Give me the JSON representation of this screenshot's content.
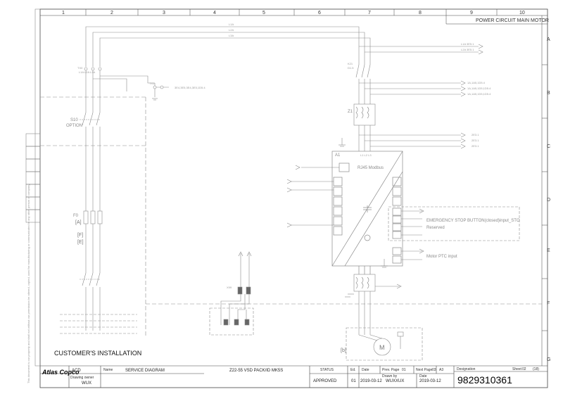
{
  "frame": {
    "columns": [
      "1",
      "2",
      "3",
      "4",
      "5",
      "6",
      "7",
      "8",
      "9",
      "10"
    ],
    "rows": [
      "A",
      "B",
      "C",
      "D",
      "E",
      "F",
      "G"
    ]
  },
  "header": {
    "title": "POWER CIRCUIT MAIN MOTOR"
  },
  "labels": {
    "supply_lines": [
      "L1A",
      "L2A",
      "L3A"
    ],
    "tx0": "TX0",
    "tx0_sub": "L1A L2A L3A",
    "tx1": "TX1",
    "tx1_ref": "3E4,3E5,3E4,3E5,1D5.4",
    "k21": "K21",
    "k21_sub": "D1.5",
    "out_a1": "L1A  3E5.1",
    "out_a2": "L2A  3E5.1",
    "out_b1": "1A,1A5,1D5.4",
    "out_b2": "1A,1A5,1D5,1D5.4",
    "out_b3": "1A,1A5,1D5,1D5.4",
    "z1": "Z1",
    "out_c1": "2E3.1",
    "out_c2": "2E3.1",
    "out_c3": "2E3.1",
    "s10": "S10",
    "option": "OPTION",
    "f0": "F0",
    "bracket_a": "[A]",
    "bracket_f": "[F]",
    "bracket_e": "[E]",
    "a1": "A1",
    "l123": "L1 L2 L3",
    "modbus": "RJ45 Modbus",
    "emergency": "EMERGENCY STOP BUTTON(closed)input_STO",
    "reserved": "Reserved",
    "ptc": "Motor PTC input",
    "x99": "X99",
    "cust": "CUSTOMER'S INSTALLATION",
    "b_label": "[b]",
    "motor": "M"
  },
  "title_block": {
    "brand": "Atlas Copco",
    "division": "ACD",
    "drawing_owner_label": "Drawing owner",
    "drawing_owner": "WUX",
    "name_label": "Name",
    "name": "SERVICE DIAGRAM",
    "product": "Z22-55 VSD PACK/ID MK5S",
    "status_label": "STATUS",
    "status": "APPROVED",
    "ed_label": "Ed.",
    "ed": "01",
    "date_label": "Date",
    "date": "2019-03-12",
    "prev_page_label": "Prev. Page",
    "prev_page": "01",
    "next_page_label": "Next Page",
    "next_page": "03",
    "format": "A3",
    "drawn_by_label": "Drawn by",
    "drawn_by": "WUXXUX",
    "date2_label": "Date",
    "date2": "2019-03-12",
    "designation_label": "Designation",
    "designation": "9829310361",
    "sheet_label": "Sheet",
    "sheet": "02",
    "sheet_total": "(18)"
  },
  "legal_note": "This document is our property and shall not without our permission be altered, copied, used for manufacturing or communicated to any other person or company."
}
